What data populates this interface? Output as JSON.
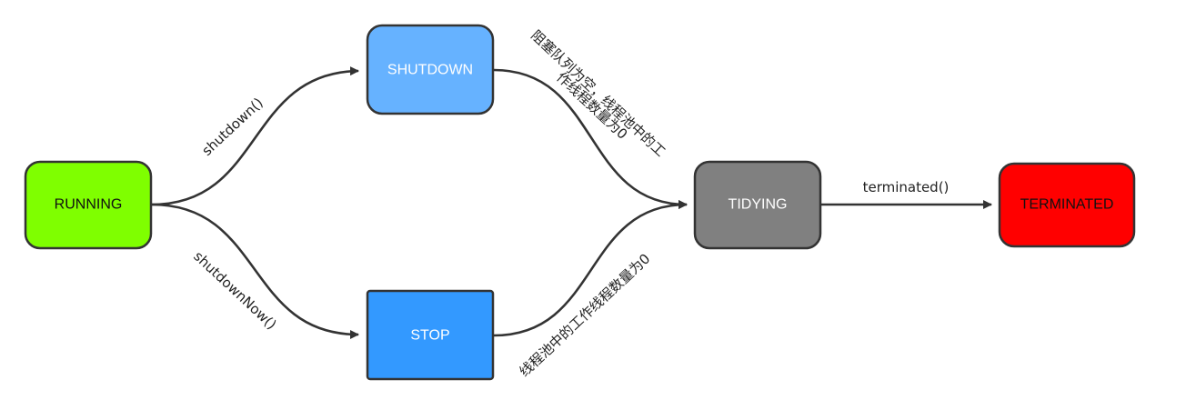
{
  "colors": {
    "running": "#7fff00",
    "shutdown": "#66b2ff",
    "stop": "#3399ff",
    "tidying": "#808080",
    "terminated": "#ff0000",
    "line": "#333333"
  },
  "nodes": {
    "running": "RUNNING",
    "shutdown": "SHUTDOWN",
    "stop": "STOP",
    "tidying": "TIDYING",
    "terminated": "TERMINATED"
  },
  "edges": {
    "running_to_shutdown": "shutdown()",
    "running_to_stop": "shutdownNow()",
    "shutdown_to_tidying_line1": "阻塞队列为空，线程池中的工",
    "shutdown_to_tidying_line2": "作线程数量为0",
    "stop_to_tidying": "线程池中的工作线程数量为0",
    "tidying_to_terminated": "terminated()"
  }
}
